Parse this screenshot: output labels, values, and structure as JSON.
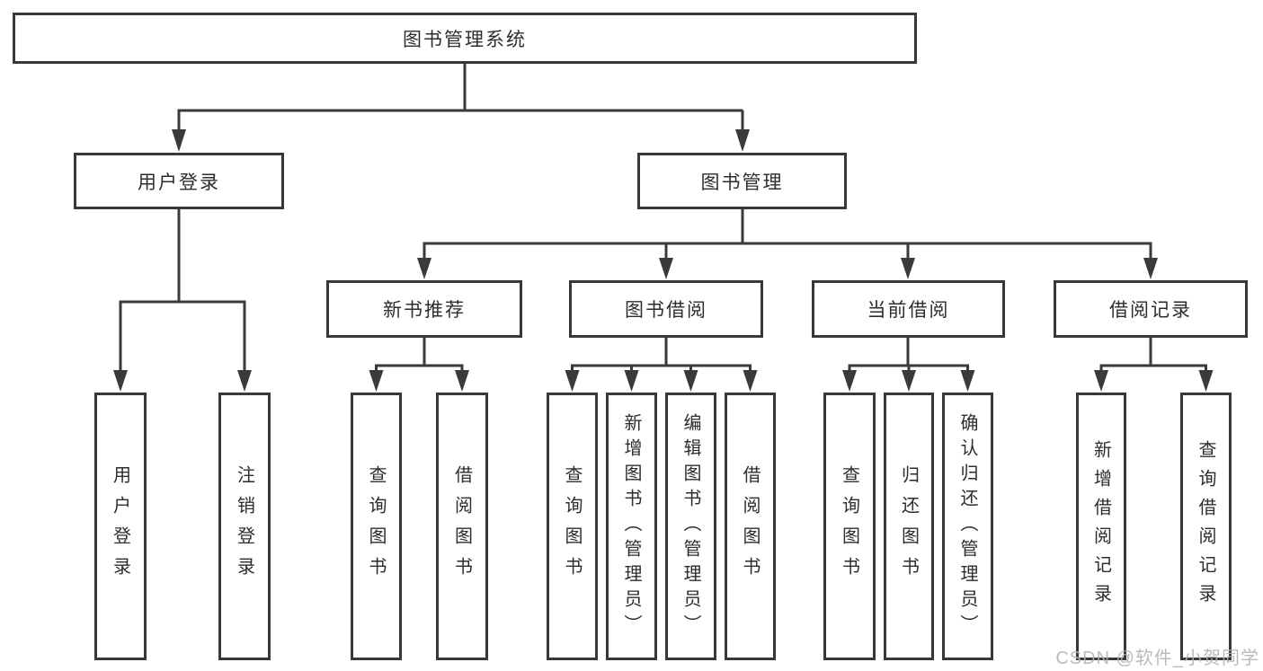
{
  "diagram": {
    "root": {
      "label": "图书管理系统"
    },
    "level2": [
      {
        "label": "用户登录"
      },
      {
        "label": "图书管理"
      }
    ],
    "level3": [
      {
        "label": "新书推荐"
      },
      {
        "label": "图书借阅"
      },
      {
        "label": "当前借阅"
      },
      {
        "label": "借阅记录"
      }
    ],
    "leaves": [
      {
        "label": "用户登录"
      },
      {
        "label": "注销登录"
      },
      {
        "label": "查询图书"
      },
      {
        "label": "借阅图书"
      },
      {
        "label": "查询图书"
      },
      {
        "label": "新增图书（管理员）"
      },
      {
        "label": "编辑图书（管理员）"
      },
      {
        "label": "借阅图书"
      },
      {
        "label": "查询图书"
      },
      {
        "label": "归还图书"
      },
      {
        "label": "确认归还（管理员）"
      },
      {
        "label": "新增借阅记录"
      },
      {
        "label": "查询借阅记录"
      }
    ]
  },
  "watermark": {
    "text": "CSDN @软件_小贺同学"
  },
  "colors": {
    "line": "#3a3a3a",
    "box_border": "#383838",
    "text": "#2d2d2d",
    "background": "#ffffff",
    "watermark": "#b2b2b2"
  }
}
